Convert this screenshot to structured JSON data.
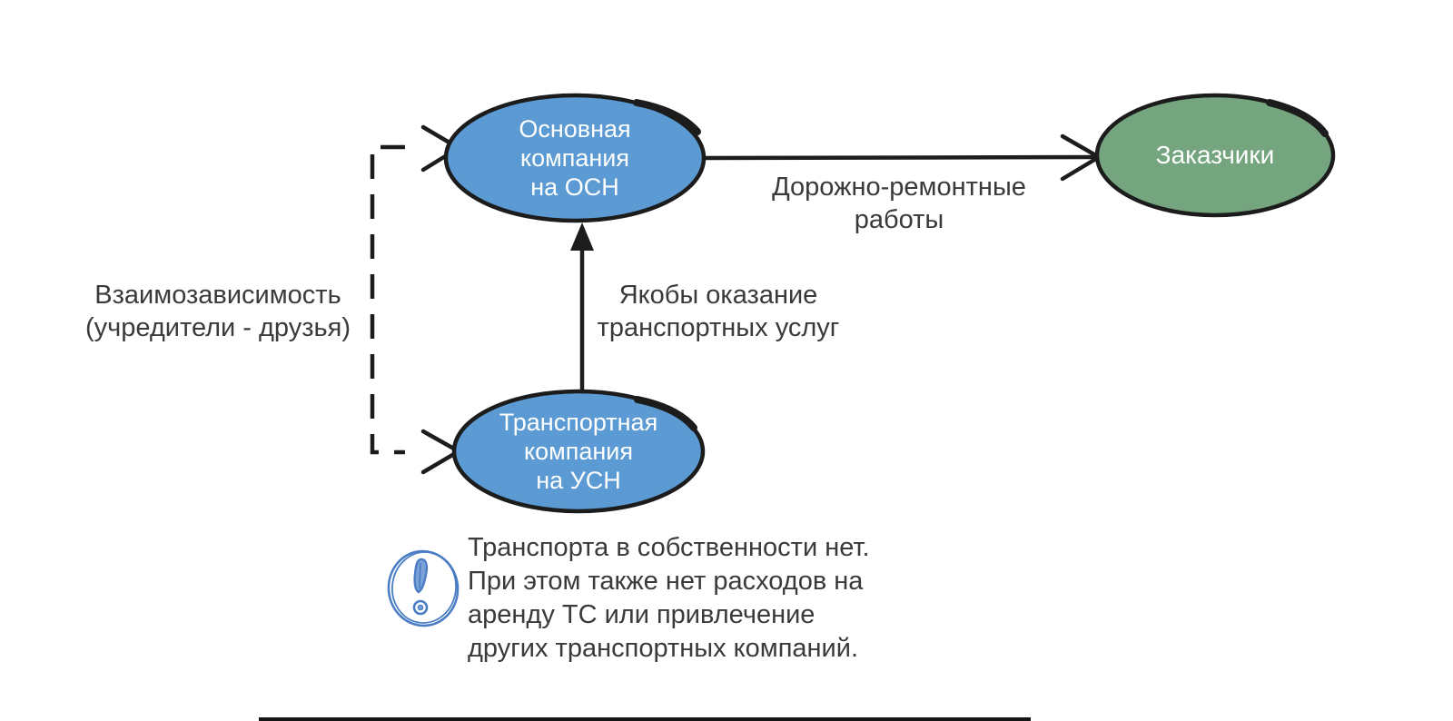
{
  "diagram": {
    "type": "scheme",
    "nodes": [
      {
        "id": "main-company",
        "label": "Основная\nкомпания\nна ОСН",
        "fill": "#5b9ad2",
        "shape": "ellipse"
      },
      {
        "id": "customers",
        "label": "Заказчики",
        "fill": "#74a57e",
        "shape": "ellipse"
      },
      {
        "id": "transport-company",
        "label": "Транспортная\nкомпания\nна УСН",
        "fill": "#5b9ad2",
        "shape": "ellipse"
      }
    ],
    "edges": [
      {
        "from": "main-company",
        "to": "customers",
        "label": "Дорожно-ремонтные\nработы",
        "style": "solid, open arrowhead"
      },
      {
        "from": "transport-company",
        "to": "main-company",
        "label": "Якобы оказание\nтранспортных услуг",
        "style": "solid, filled arrowhead"
      },
      {
        "from": "transport-company",
        "to": "main-company",
        "label": "Взаимозависимость\n(учредители - друзья)",
        "style": "dashed bracket, open arrowheads"
      }
    ],
    "note": {
      "icon": "exclamation-icon",
      "icon_color": "#4a7dc4",
      "text": "Транспорта в собственности нет.\nПри этом также нет расходов на\nаренду ТС или привлечение\nдругих транспортных компаний."
    },
    "colors": {
      "node_blue": "#5b9ad2",
      "node_green": "#74a57e",
      "outline": "#1c1c1c",
      "text": "#3a3a3a",
      "node_text": "#ffffff",
      "icon_blue": "#4a7dc4",
      "background": "#ffffff"
    }
  }
}
